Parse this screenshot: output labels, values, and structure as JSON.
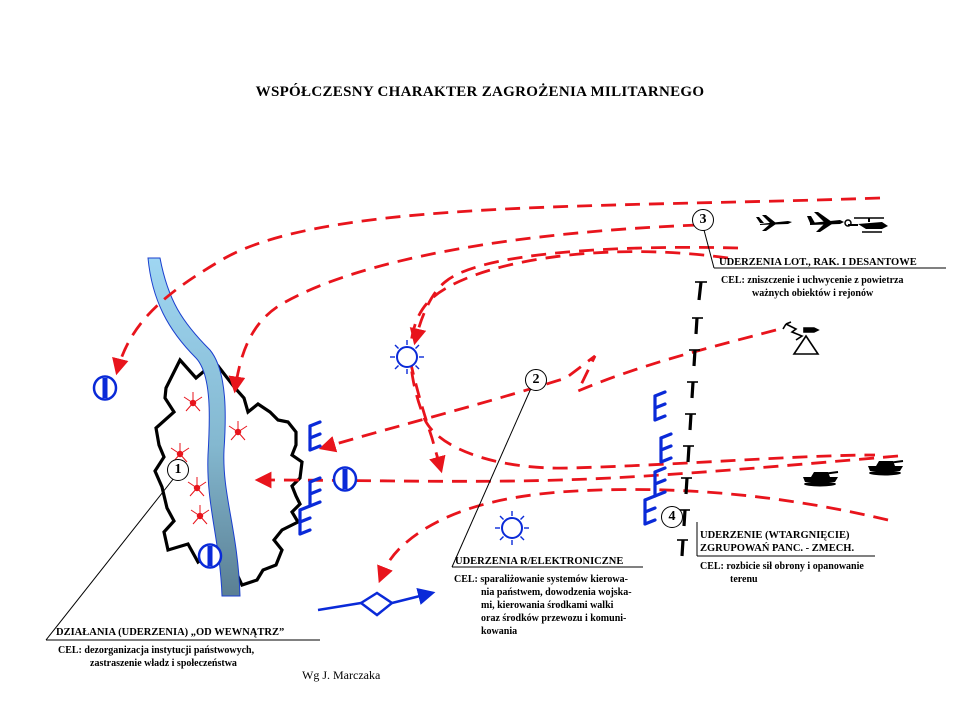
{
  "title": "WSPÓŁCZESNY CHARAKTER ZAGROŻENIA MILITARNEGO",
  "markers": [
    "1",
    "2",
    "3",
    "4"
  ],
  "blocks": {
    "inside": {
      "heading": "DZIAŁANIA (UDERZENIA) „OD WEWNĄTRZ”",
      "lines": [
        "CEL: dezorganizacja instytucji państwowych,",
        "zastraszenie władz i społeczeństwa"
      ]
    },
    "electronic": {
      "heading": "UDERZENIA R/ELEKTRONICZNE",
      "lines": [
        "CEL: sparaliżowanie systemów kierowa-",
        "nia państwem, dowodzenia wojska-",
        "mi, kierowania środkami walki",
        "oraz środków przewozu i komuni-",
        "kowania"
      ]
    },
    "air": {
      "heading": "UDERZENIA LOT., RAK. I DESANTOWE",
      "lines": [
        "CEL: zniszczenie i uchwycenie z powietrza",
        "ważnych obiektów i rejonów"
      ]
    },
    "armor": {
      "heading_lines": [
        "UDERZENIE (WTARGNIĘCIE)",
        "ZGRUPOWAŃ PANC. - ZMECH."
      ],
      "lines": [
        "CEL: rozbicie sił obrony i opanowanie",
        "terenu"
      ]
    }
  },
  "credit": "Wg J. Marczaka",
  "colors": {
    "threat": "#e8141c",
    "symbol": "#0a2ad8",
    "river_top": "#9fd6f2",
    "river_bottom": "#5a7f93",
    "border": "#000000"
  },
  "icons": [
    "radar-icon",
    "jet-icon",
    "fighter-icon",
    "helicopter-icon",
    "missile-launcher-icon",
    "tank-icon"
  ]
}
